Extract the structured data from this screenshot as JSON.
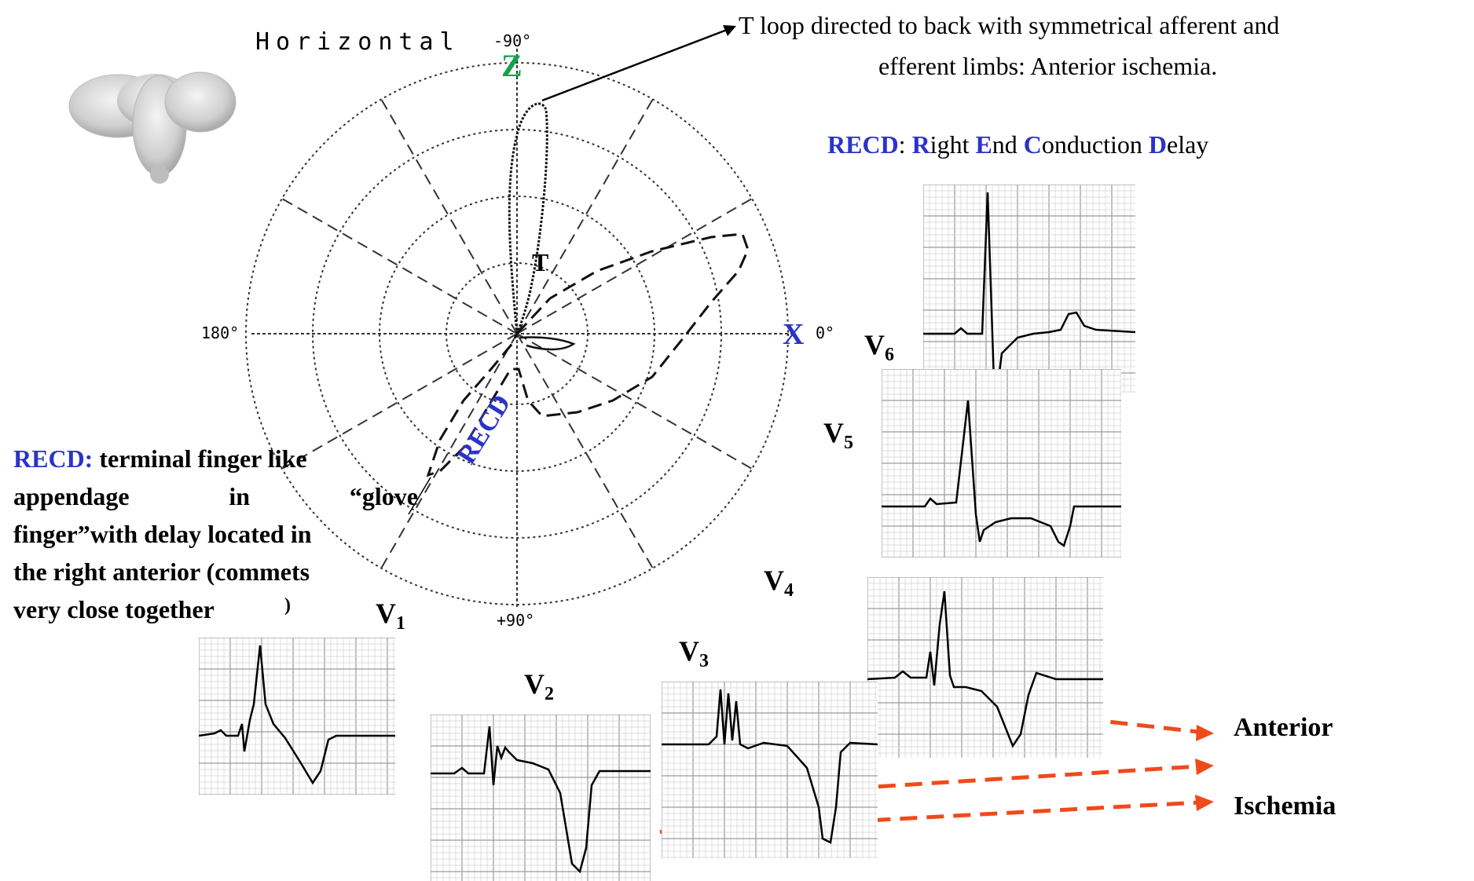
{
  "polar_diagram": {
    "plane_title": "Horizontal",
    "angle_top": "-90°",
    "angle_right": "0°",
    "angle_left": "180°",
    "angle_bottom": "+90°",
    "axis_z": "Z",
    "axis_x": "X",
    "t_label": "T",
    "recd_label": "RECD"
  },
  "annotations": {
    "t_loop_line1": "T loop  directed to back with symmetrical afferent and",
    "t_loop_line2": "efferent limbs: Anterior ischemia.",
    "recd_def": {
      "key": "RECD",
      "sep": ": ",
      "r": "R",
      "r_rest": "ight ",
      "e": "E",
      "e_rest": "nd ",
      "c": "C",
      "c_rest": "onduction ",
      "d": "D",
      "d_rest": "elay"
    },
    "recd_desc": {
      "head": "RECD:",
      "line1": " terminal finger like",
      "line2a": "appendage",
      "line2b": "in",
      "line2c": "“glove",
      "line3": "finger”with delay located in",
      "line4": "the right anterior (commets",
      "line5": "very close together"
    },
    "result_anterior": "Anterior",
    "result_ischemia": "Ischemia"
  },
  "leads": [
    {
      "name": "V",
      "sub": "1"
    },
    {
      "name": "V",
      "sub": "2"
    },
    {
      "name": "V",
      "sub": "3"
    },
    {
      "name": "V",
      "sub": "4"
    },
    {
      "name": "V",
      "sub": "5"
    },
    {
      "name": "V",
      "sub": "6"
    }
  ],
  "colors": {
    "blue": "#2a33c9",
    "green": "#13a34a",
    "arrow_red": "#f04a1a",
    "grid_minor": "#d2d2d2",
    "grid_major": "#9a9a9a"
  }
}
